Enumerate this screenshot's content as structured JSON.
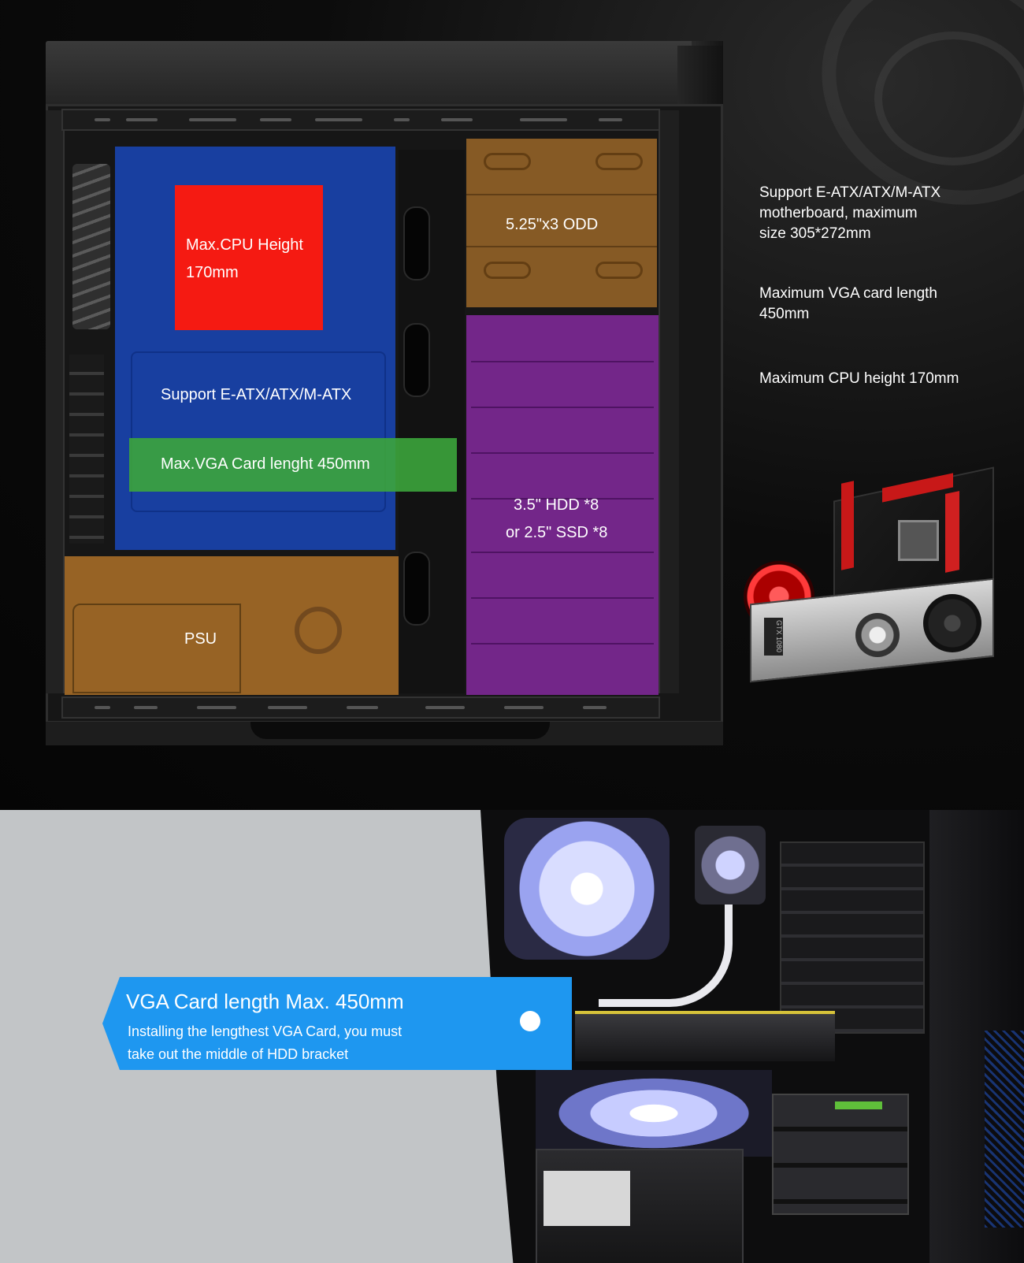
{
  "diagram_labels": {
    "cpu_height_line1": "Max.CPU Height",
    "cpu_height_line2": "170mm",
    "motherboard_support": "Support E-ATX/ATX/M-ATX",
    "vga_length": "Max.VGA Card lenght 450mm",
    "psu": "PSU",
    "odd": "5.25\"x3 ODD",
    "hdd_line1": "3.5\" HDD *8",
    "hdd_line2": "or 2.5\" SSD *8"
  },
  "specs": [
    "Support E-ATX/ATX/M-ATX",
    "motherboard, maximum",
    "size 305*272mm",
    "Maximum VGA card length",
    "450mm",
    "Maximum CPU height 170mm"
  ],
  "gpu_badge": "GTX 1080",
  "callout": {
    "title": "VGA Card length Max. 450mm",
    "description_line1": "Installing the lengthest VGA Card, you must",
    "description_line2": "take out the middle of HDD bracket"
  },
  "colors": {
    "cpu_zone": "#f51a12",
    "motherboard_zone": "#1946b4",
    "vga_zone": "#3ca53c",
    "psu_zone": "#aa6e28",
    "odd_zone": "#966428",
    "hdd_zone": "#7d2896",
    "callout": "#1e97f0"
  }
}
